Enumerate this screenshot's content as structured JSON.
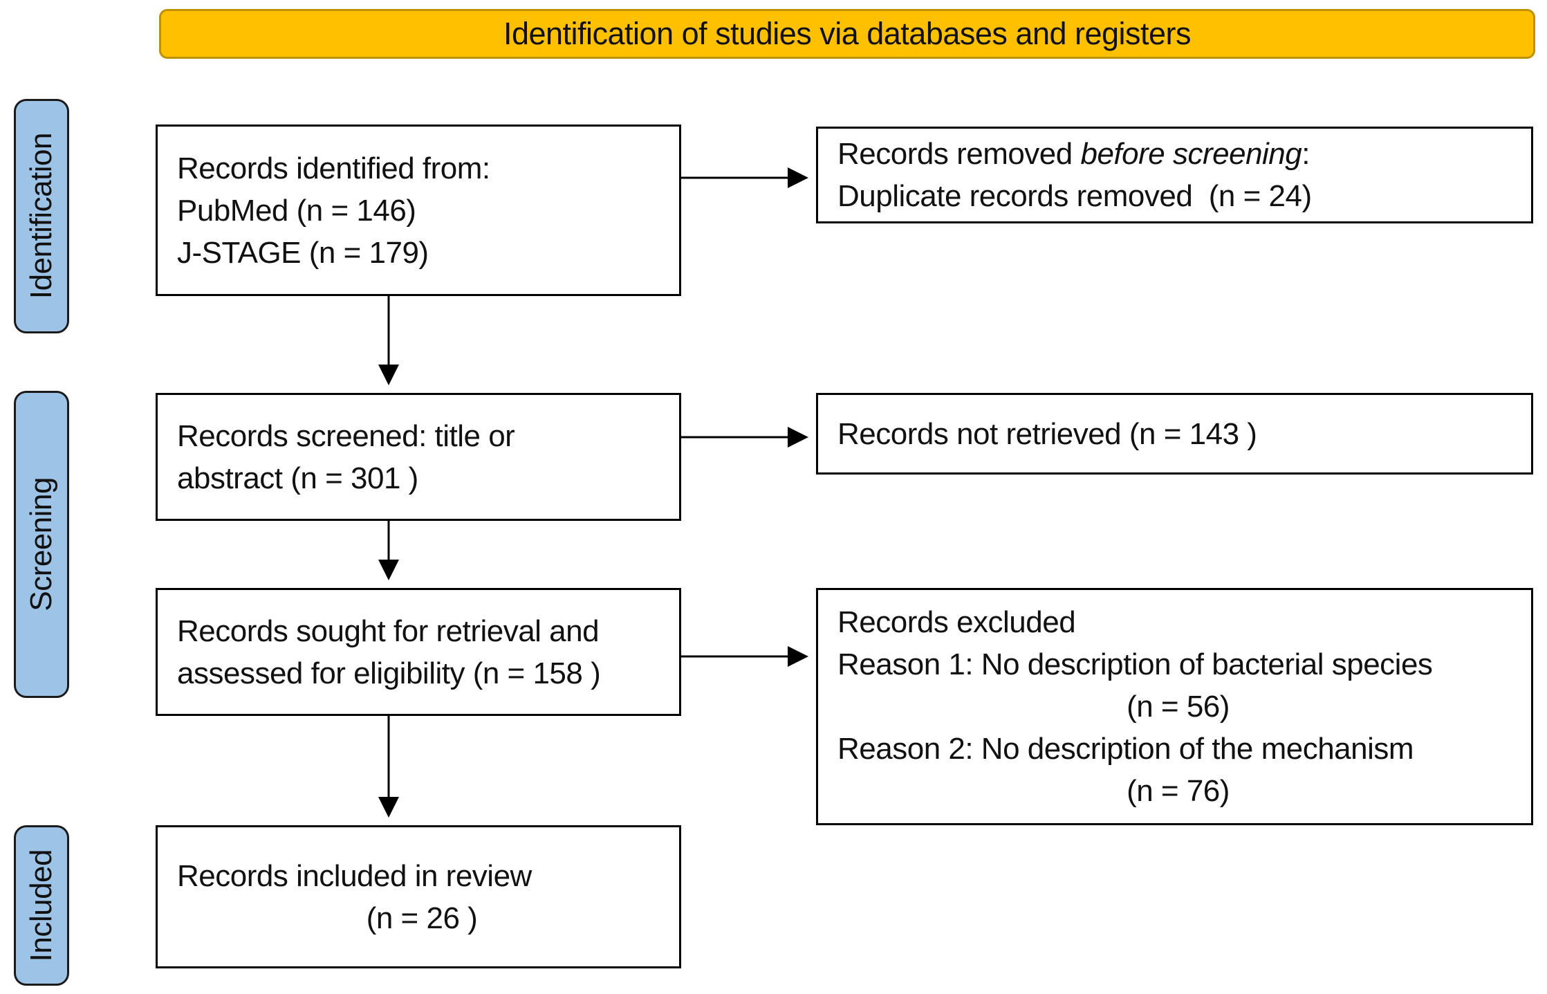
{
  "banner": {
    "label": "Identification of studies via databases and registers"
  },
  "sidebar": {
    "identification": "Identification",
    "screening": "Screening",
    "included": "Included"
  },
  "boxes": {
    "identified": {
      "lines": [
        "Records identified from:",
        "PubMed (n = 146)",
        "J-STAGE (n = 179)"
      ]
    },
    "removed": {
      "line1_prefix": "Records removed ",
      "line1_italic": "before screening",
      "line1_suffix": ":",
      "line2": "Duplicate records removed  (n = 24)"
    },
    "screened": {
      "lines": [
        "Records screened: title or",
        "abstract (n = 301 )"
      ]
    },
    "not_retrieved": {
      "lines": [
        "Records not retrieved (n = 143 )"
      ]
    },
    "sought": {
      "lines": [
        "Records sought for retrieval and",
        "assessed for eligibility (n = 158 )"
      ]
    },
    "excluded": {
      "lines": [
        "Records excluded",
        "Reason 1: No description of bacterial species",
        "(n = 56)",
        "Reason 2: No description of the mechanism",
        "(n = 76)"
      ]
    },
    "included_review": {
      "lines": [
        "Records included in review",
        "(n = 26 )"
      ]
    }
  },
  "colors": {
    "banner_fill": "#FFC000",
    "banner_border": "#BF9000",
    "stage_fill": "#9DC3E6",
    "stage_border": "#1a1a1a",
    "box_border": "#000000",
    "arrow": "#000000",
    "text": "#111111"
  }
}
